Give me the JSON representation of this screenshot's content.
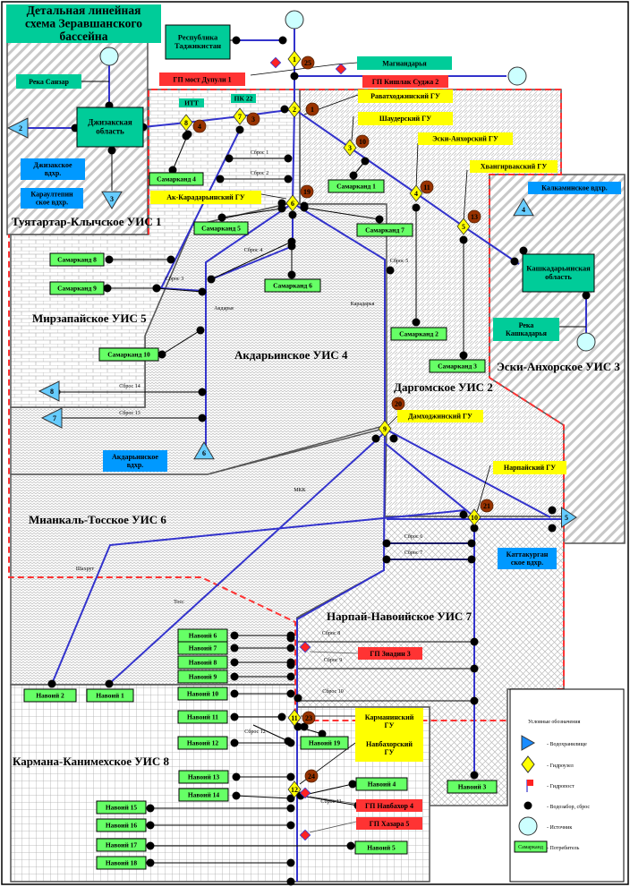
{
  "title": [
    "Детальная линейная",
    "схема Зеравшанского",
    "бассейна"
  ],
  "colors": {
    "consumer": "#66ff66",
    "admin": "#00cc99",
    "gu": "#ffff00",
    "gp": "#ff3333",
    "reservoir": "#0099ff",
    "river_line": "#3333cc",
    "badge": "#993300",
    "source": "#ccffff"
  },
  "regions": [
    {
      "name": "Туятартар-Клычское УИС 1"
    },
    {
      "name": "Даргомское УИС 2"
    },
    {
      "name": "Эски-Анхорское УИС 3"
    },
    {
      "name": "Акдарьинское УИС 4"
    },
    {
      "name": "Мирзапайское УИС 5"
    },
    {
      "name": "Мианкаль-Тосское УИС 6"
    },
    {
      "name": "Нарпай-Навоийское УИС 7"
    },
    {
      "name": "Кармана-Канимехское УИС 8"
    }
  ],
  "admin": {
    "tajikistan": [
      "Республика",
      "Таджикистан"
    ],
    "jizzakh": [
      "Джизакская",
      "область"
    ],
    "kashkadarya": [
      "Кашкадарьинская",
      "область"
    ]
  },
  "rivers": {
    "sanzar": "Река Санзар",
    "magiandarya": "Магиандарья",
    "kashkadarya": [
      "Река",
      "Кашкадарья"
    ]
  },
  "reservoirs": [
    {
      "num": "2",
      "label": [
        "Джизакское",
        "вдхр."
      ]
    },
    {
      "num": "3",
      "label": [
        "Караултепин",
        "ское вдхр."
      ]
    },
    {
      "num": "4",
      "label": [
        "Калкаминское вдхр."
      ]
    },
    {
      "num": "5",
      "label": [
        "Каттакурган",
        "ское вдхр."
      ]
    },
    {
      "num": "6",
      "label": [
        "Акдарьинское",
        "вдхр."
      ]
    },
    {
      "num": "7",
      "label": []
    },
    {
      "num": "8",
      "label": []
    }
  ],
  "hydronodes": [
    {
      "num": "1",
      "badge": "25"
    },
    {
      "num": "2",
      "badge": "1"
    },
    {
      "num": "3",
      "badge": "10"
    },
    {
      "num": "4",
      "badge": "11"
    },
    {
      "num": "5",
      "badge": "13"
    },
    {
      "num": "6",
      "badge": "19"
    },
    {
      "num": "7",
      "badge": "3"
    },
    {
      "num": "8",
      "badge": "4"
    },
    {
      "num": "9",
      "badge": "20"
    },
    {
      "num": "10",
      "badge": "21"
    },
    {
      "num": "11",
      "badge": "23"
    },
    {
      "num": "12",
      "badge": "24"
    }
  ],
  "gu": [
    [
      "Раватходжинский ГУ"
    ],
    [
      "Шаудерский ГУ"
    ],
    [
      "Эски-Анхорский  ГУ"
    ],
    [
      "Хвангирвакский ГУ"
    ],
    [
      "Ак-Карадарьинский ГУ"
    ],
    [
      "Дамходжинский ГУ"
    ],
    [
      "Нарпайский ГУ"
    ],
    [
      "Карманинский",
      "ГУ"
    ],
    [
      "Навбахорский",
      "ГУ"
    ]
  ],
  "gp": [
    "ГП мост Дупули 1",
    "ГП Кишлак Суджа 2",
    "ГП Зиадин 3",
    "ГП Навбахор 4",
    "ГП Хазара 5"
  ],
  "posts": [
    "ИТТ",
    "ПК 22"
  ],
  "consumers": [
    "Самарканд 1",
    "Самарканд 2",
    "Самарканд 3",
    "Самарканд 4",
    "Самарканд 5",
    "Самарканд 6",
    "Самарканд 7",
    "Самарканд 8",
    "Самарканд 9",
    "Самарканд 10",
    "Навоий 1",
    "Навоий 2",
    "Навоий 3",
    "Навоий 4",
    "Навоий 5",
    "Навоий 6",
    "Навоий 7",
    "Навоий 8",
    "Навоий 9",
    "Навоий 10",
    "Навоий 11",
    "Навоий 12",
    "Навоий 13",
    "Навоий 14",
    "Навоий 15",
    "Навоий 16",
    "Навоий 17",
    "Навоий 18",
    "Навоий 19"
  ],
  "discharges": [
    "Сброс 1",
    "Сброс 2",
    "Сброс 3",
    "Сброс 4",
    "Сброс 5",
    "Сброс 6",
    "Сброс 7",
    "Сброс 8",
    "Сброс 9",
    "Сброс 10",
    "Сброс 11",
    "Сброс 12",
    "Сброс 13",
    "Сброс 14"
  ],
  "canals": [
    "Акдарья",
    "Карадарья",
    "МКК",
    "Шахрут",
    "Тосс"
  ],
  "legend": {
    "title": "Условные обозначения",
    "items": [
      {
        "icon": "reservoir-icon",
        "label": "-  Водохранилище"
      },
      {
        "icon": "hydronode-icon",
        "label": "-  Гидроузел"
      },
      {
        "icon": "gauging-post-icon",
        "label": "-  Гидропост"
      },
      {
        "icon": "intake-icon",
        "label": "-  Водозабор, сброс"
      },
      {
        "icon": "source-icon",
        "label": "-  Источник"
      },
      {
        "icon": "consumer-icon",
        "label": "-  Потребитель"
      }
    ],
    "consumer_sample": "Самарканд"
  }
}
